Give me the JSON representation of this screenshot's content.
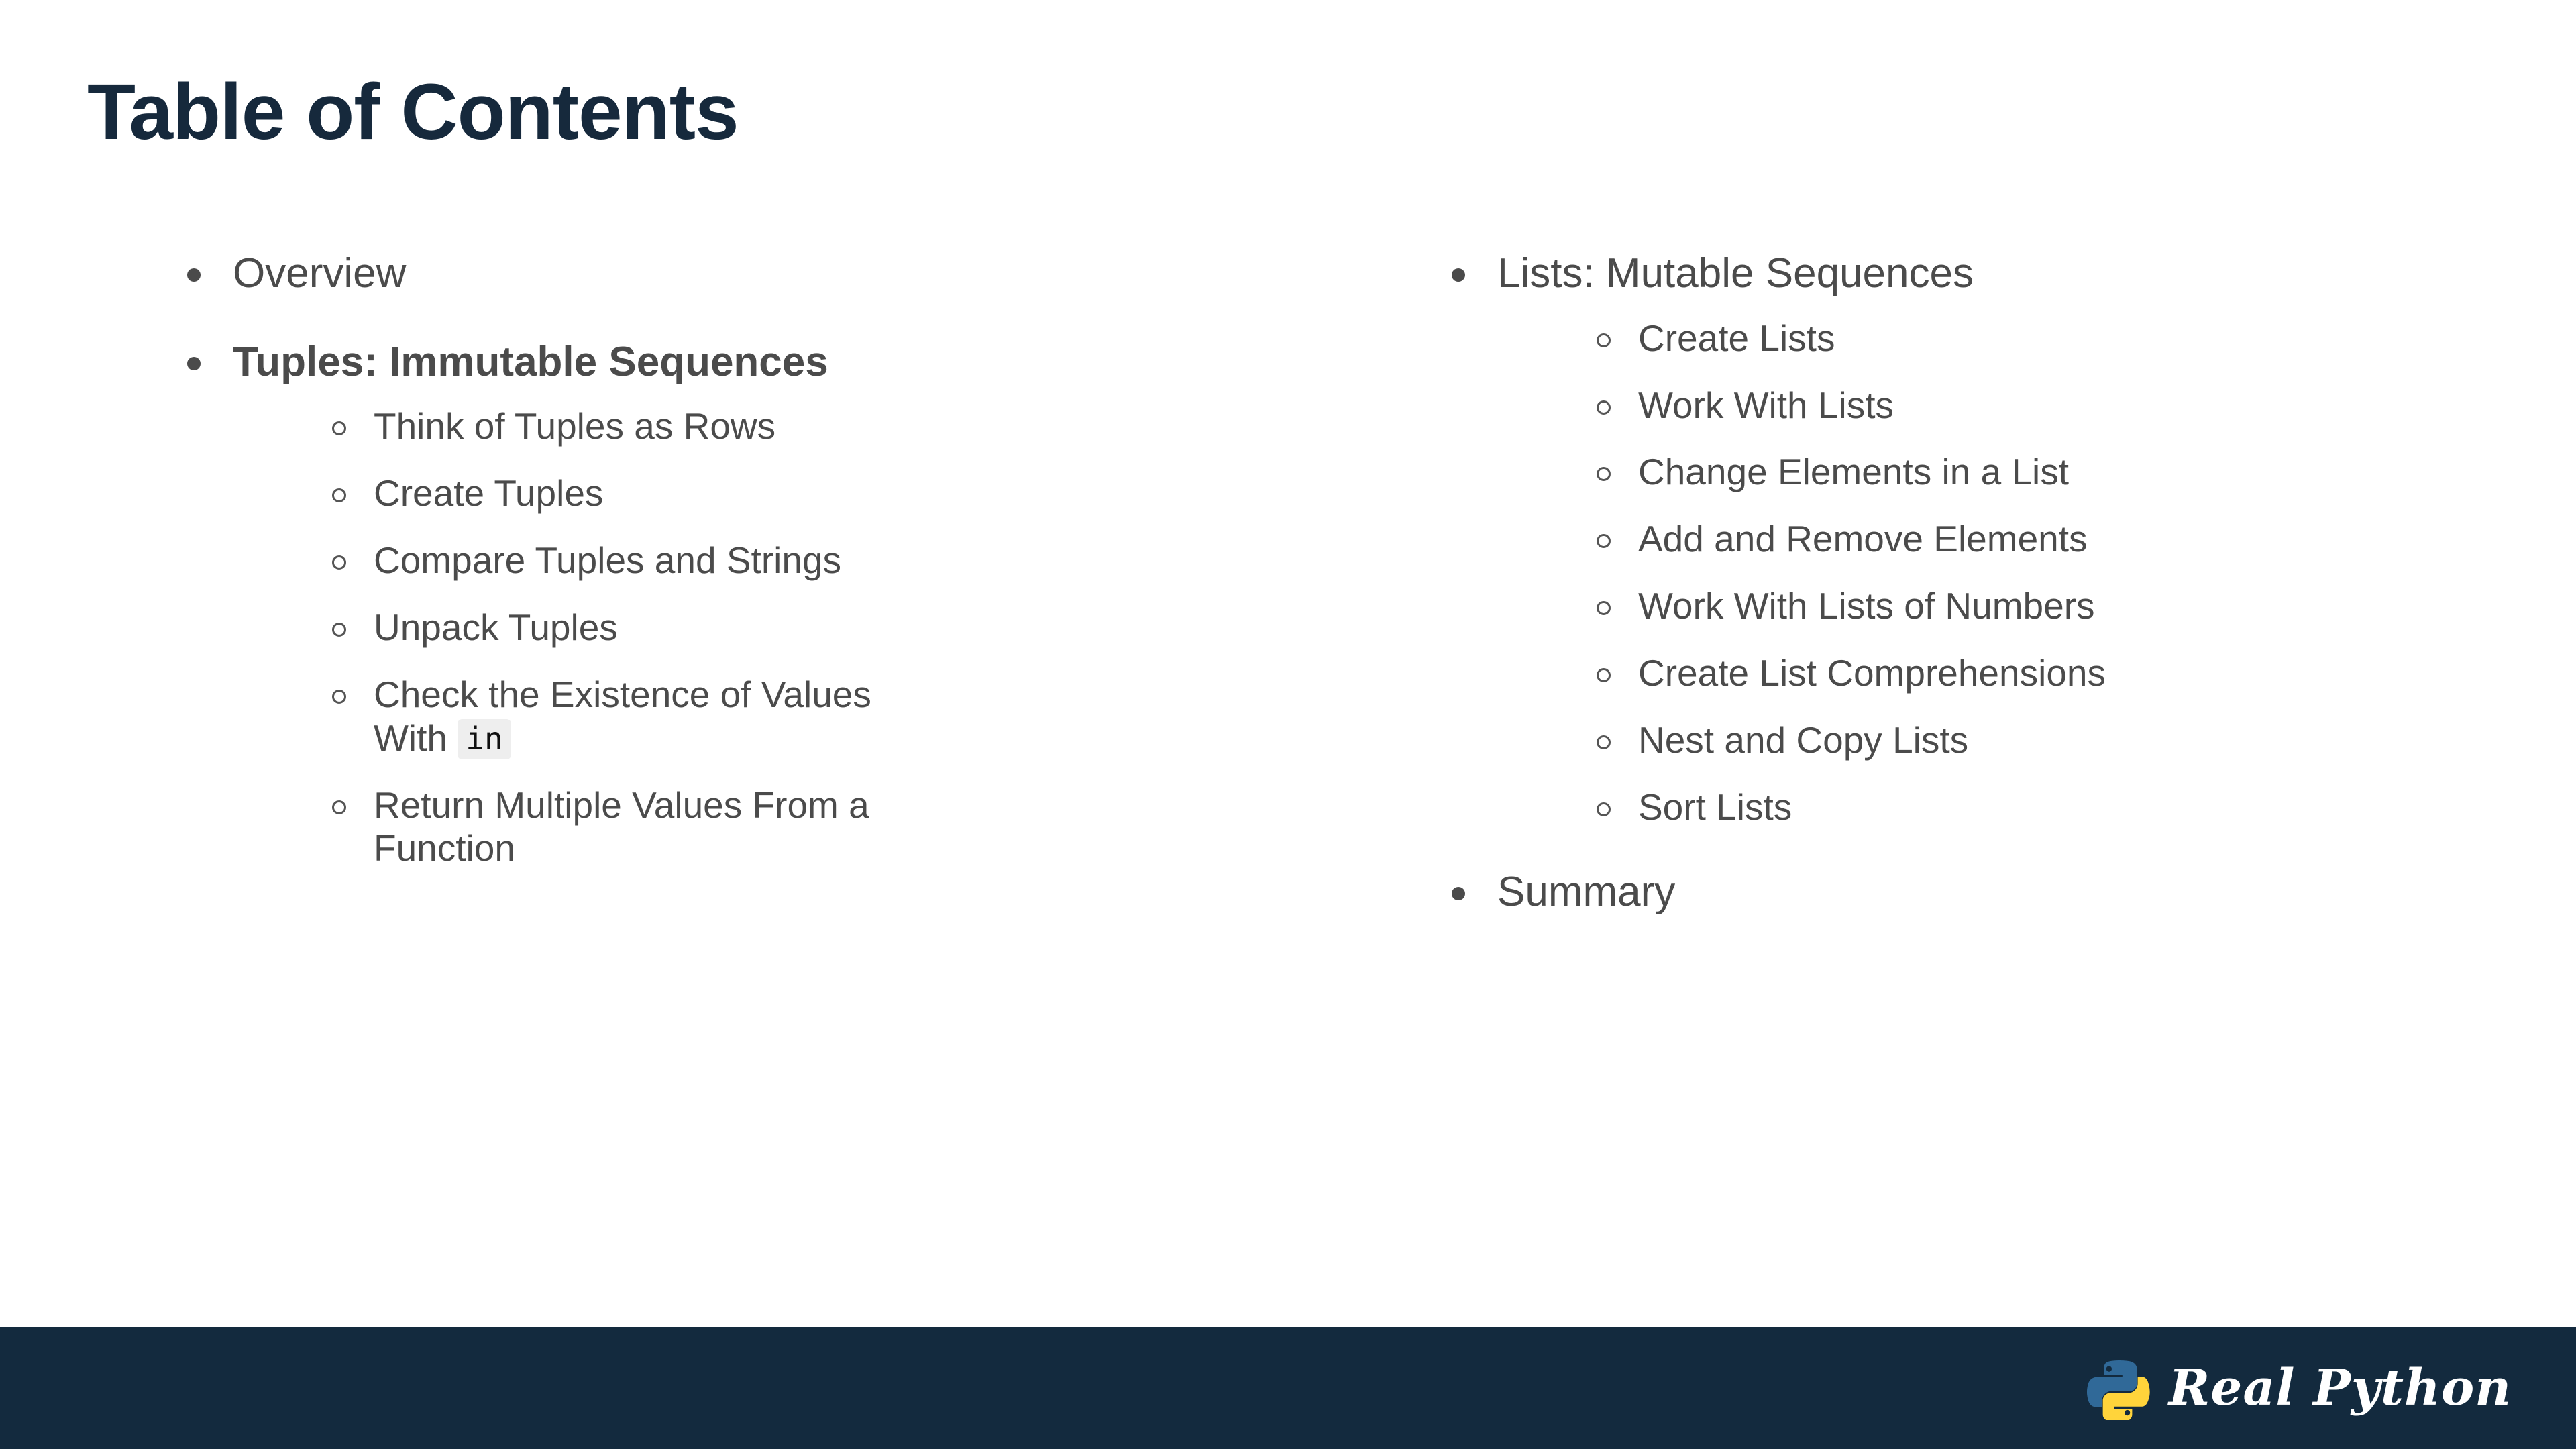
{
  "slide": {
    "title": "Table of Contents",
    "title_color": "#16293c",
    "body_text_color": "#4b4b4b",
    "background_color": "#ffffff"
  },
  "columns": {
    "left": [
      {
        "label": "Overview",
        "bold": false,
        "children": []
      },
      {
        "label": "Tuples: Immutable Sequences",
        "bold": true,
        "children": [
          {
            "label": "Think of Tuples as Rows"
          },
          {
            "label": "Create Tuples"
          },
          {
            "label": "Compare Tuples and Strings"
          },
          {
            "label": "Unpack Tuples"
          },
          {
            "label": "Check the Existence of Values With",
            "code": "in",
            "wrapped": true
          },
          {
            "label": "Return Multiple Values From a Function",
            "wrapped": true
          }
        ]
      }
    ],
    "right": [
      {
        "label": "Lists: Mutable Sequences",
        "bold": false,
        "children": [
          {
            "label": "Create Lists"
          },
          {
            "label": "Work With Lists"
          },
          {
            "label": "Change Elements in a List"
          },
          {
            "label": "Add and Remove Elements"
          },
          {
            "label": "Work With Lists of Numbers"
          },
          {
            "label": "Create List Comprehensions"
          },
          {
            "label": "Nest and Copy Lists"
          },
          {
            "label": "Sort Lists"
          }
        ]
      },
      {
        "label": "Summary",
        "bold": false,
        "children": []
      }
    ]
  },
  "footer": {
    "background_color": "#132a3e",
    "brand_name": "Real Python",
    "logo_icon": "python-logo-icon",
    "logo_colors": {
      "blue": "#306998",
      "yellow": "#ffd43b"
    }
  }
}
